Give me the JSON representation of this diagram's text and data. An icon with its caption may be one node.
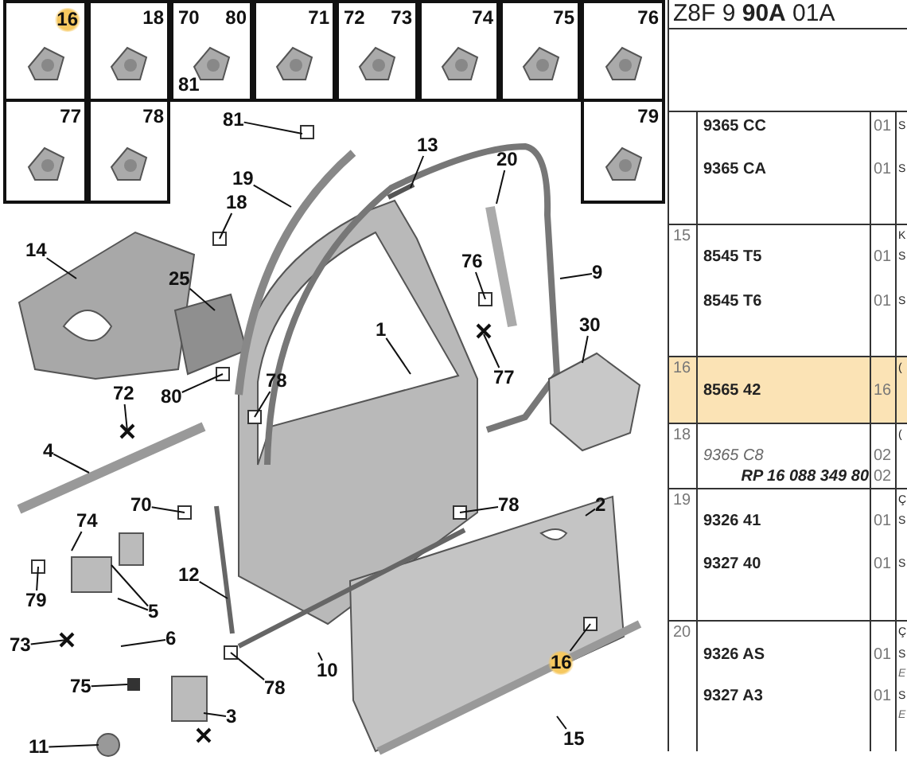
{
  "diagram": {
    "nodes": [
      {
        "text": [
          "16"
        ]
      },
      {
        "text": [
          "18"
        ]
      },
      {
        "text": [
          "70",
          "80",
          "81"
        ]
      },
      {
        "text": [
          "71"
        ]
      },
      {
        "text": [
          "72",
          "73"
        ]
      },
      {
        "text": [
          "74"
        ]
      },
      {
        "text": [
          "75"
        ]
      },
      {
        "text": [
          "76"
        ]
      },
      {
        "text": [
          "77"
        ]
      },
      {
        "text": [
          "78"
        ]
      },
      {
        "text": [
          "79"
        ]
      },
      {
        "text": [
          "81"
        ]
      },
      {
        "text": [
          "13"
        ]
      },
      {
        "text": [
          "20"
        ]
      },
      {
        "text": [
          "19"
        ]
      },
      {
        "text": [
          "18"
        ]
      },
      {
        "text": [
          "14"
        ]
      },
      {
        "text": [
          "76"
        ]
      },
      {
        "text": [
          "25"
        ]
      },
      {
        "text": [
          "9"
        ]
      },
      {
        "text": [
          "30"
        ]
      },
      {
        "text": [
          "1"
        ]
      },
      {
        "text": [
          "77"
        ]
      },
      {
        "text": [
          "78"
        ]
      },
      {
        "text": [
          "72"
        ]
      },
      {
        "text": [
          "80"
        ]
      },
      {
        "text": [
          "4"
        ]
      },
      {
        "text": [
          "70"
        ]
      },
      {
        "text": [
          "78"
        ]
      },
      {
        "text": [
          "2"
        ]
      },
      {
        "text": [
          "74"
        ]
      },
      {
        "text": [
          "12"
        ]
      },
      {
        "text": [
          "79"
        ]
      },
      {
        "text": [
          "5"
        ]
      },
      {
        "text": [
          "73"
        ]
      },
      {
        "text": [
          "6"
        ]
      },
      {
        "text": [
          "16"
        ]
      },
      {
        "text": [
          "75"
        ]
      },
      {
        "text": [
          "10"
        ]
      },
      {
        "text": [
          "78"
        ]
      },
      {
        "text": [
          "3"
        ]
      },
      {
        "text": [
          "11"
        ]
      },
      {
        "text": [
          "15"
        ]
      }
    ],
    "edges": [
      {
        "from": 11,
        "to": null,
        "arrow": "none"
      },
      {
        "from": 12,
        "to": null,
        "arrow": "none"
      },
      {
        "from": 13,
        "to": null,
        "arrow": "none"
      },
      {
        "from": 14,
        "to": null,
        "arrow": "none"
      },
      {
        "from": 15,
        "to": null,
        "arrow": "none"
      },
      {
        "from": 16,
        "to": null,
        "arrow": "none"
      },
      {
        "from": 17,
        "to": null,
        "arrow": "none"
      },
      {
        "from": 18,
        "to": null,
        "arrow": "none"
      },
      {
        "from": 19,
        "to": null,
        "arrow": "none"
      },
      {
        "from": 20,
        "to": null,
        "arrow": "none"
      },
      {
        "from": 21,
        "to": null,
        "arrow": "none"
      },
      {
        "from": 22,
        "to": null,
        "arrow": "none"
      },
      {
        "from": 23,
        "to": null,
        "arrow": "none"
      },
      {
        "from": 24,
        "to": null,
        "arrow": "none"
      },
      {
        "from": 25,
        "to": null,
        "arrow": "none"
      },
      {
        "from": 26,
        "to": null,
        "arrow": "none"
      },
      {
        "from": 27,
        "to": null,
        "arrow": "none"
      },
      {
        "from": 28,
        "to": null,
        "arrow": "none"
      },
      {
        "from": 29,
        "to": null,
        "arrow": "none"
      },
      {
        "from": 30,
        "to": null,
        "arrow": "none"
      },
      {
        "from": 31,
        "to": null,
        "arrow": "none"
      },
      {
        "from": 32,
        "to": null,
        "arrow": "none"
      },
      {
        "from": 33,
        "to": null,
        "arrow": "none"
      },
      {
        "from": 33,
        "to": null,
        "arrow": "none"
      },
      {
        "from": 34,
        "to": null,
        "arrow": "none"
      },
      {
        "from": 35,
        "to": null,
        "arrow": "none"
      },
      {
        "from": 36,
        "to": null,
        "arrow": "none"
      },
      {
        "from": 37,
        "to": null,
        "arrow": "none"
      },
      {
        "from": 38,
        "to": null,
        "arrow": "none"
      },
      {
        "from": 39,
        "to": null,
        "arrow": "none"
      },
      {
        "from": 40,
        "to": null,
        "arrow": "none"
      },
      {
        "from": 41,
        "to": null,
        "arrow": "none"
      },
      {
        "from": 42,
        "to": null,
        "arrow": "none"
      }
    ],
    "labels": [
      "Z8F 9 **90A** 01A",
      "9365 CC",
      "01",
      "S",
      "9365 CA",
      "01",
      "S",
      "15",
      "K",
      "8545 T5",
      "01",
      "S",
      "8545 T6",
      "01",
      "S",
      "16",
      "(",
      "8565 42",
      "16",
      "18",
      "(",
      "9365 C8",
      "02",
      "RP 16 088 349 80",
      "02",
      "19",
      "Ç",
      "9326 41",
      "01",
      "S",
      "9327 40",
      "01",
      "S",
      "20",
      "Ç",
      "9326 AS",
      "01",
      "S",
      "E",
      "9327 A3",
      "01",
      "S",
      "E"
    ]
  }
}
